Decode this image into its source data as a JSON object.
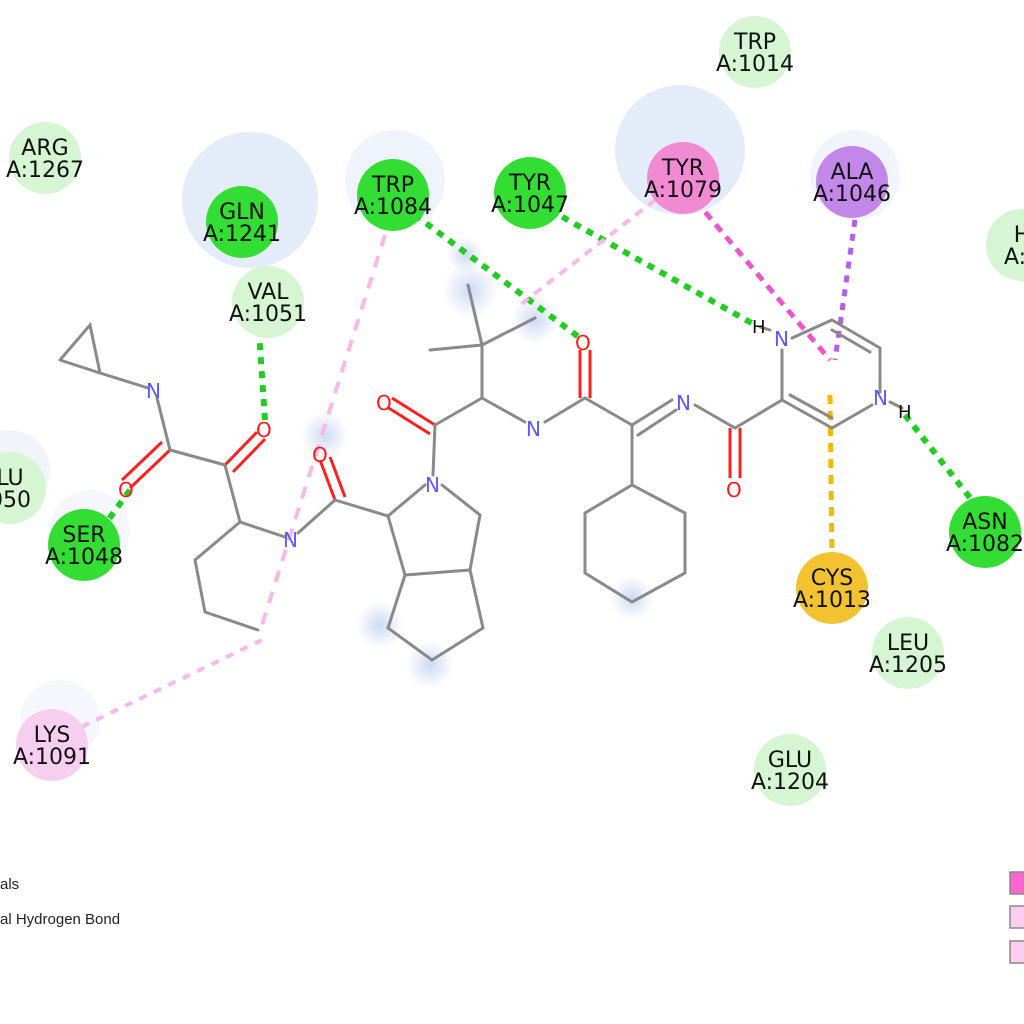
{
  "residues": [
    {
      "key": "trp1014",
      "name": "TRP",
      "id": "A:1014",
      "color": "#d5f5d3"
    },
    {
      "key": "arg1267",
      "name": "ARG",
      "id": "A:1267",
      "color": "#d5f5d3"
    },
    {
      "key": "gln1241",
      "name": "GLN",
      "id": "A:1241",
      "color": "#33dd33"
    },
    {
      "key": "trp1084",
      "name": "TRP",
      "id": "A:1084",
      "color": "#33dd33"
    },
    {
      "key": "tyr1047",
      "name": "TYR",
      "id": "A:1047",
      "color": "#33dd33"
    },
    {
      "key": "tyr1079",
      "name": "TYR",
      "id": "A:1079",
      "color": "#f28ad3"
    },
    {
      "key": "ala1046",
      "name": "ALA",
      "id": "A:1046",
      "color": "#c287e8"
    },
    {
      "key": "his_partial",
      "name": "H",
      "id": "A:1",
      "color": "#d5f5d3"
    },
    {
      "key": "val1051",
      "name": "VAL",
      "id": "A:1051",
      "color": "#d5f5d3"
    },
    {
      "key": "glu1050",
      "name": "LU",
      "id": "050",
      "color": "#d5f5d3"
    },
    {
      "key": "ser1048",
      "name": "SER",
      "id": "A:1048",
      "color": "#33dd33"
    },
    {
      "key": "asn1082",
      "name": "ASN",
      "id": "A:1082",
      "color": "#33dd33"
    },
    {
      "key": "cys1013",
      "name": "CYS",
      "id": "A:1013",
      "color": "#f2c230"
    },
    {
      "key": "leu1205",
      "name": "LEU",
      "id": "A:1205",
      "color": "#d5f5d3"
    },
    {
      "key": "lys1091",
      "name": "LYS",
      "id": "A:1091",
      "color": "#f6cff0"
    },
    {
      "key": "glu1204",
      "name": "GLU",
      "id": "A:1204",
      "color": "#d5f5d3"
    }
  ],
  "atoms": {
    "n_amide1": "N",
    "o_amide1": "O",
    "o_keto": "O",
    "n_chain": "N",
    "o_c": "O",
    "n_pyrrol": "N",
    "o_ld": "O",
    "n_lb": "N",
    "o_ke": "O",
    "n_imine": "N",
    "o_py": "O",
    "n_pyr_top": "N",
    "h_pyr_top": "H",
    "n_pyr_bot": "N",
    "h_pyr_bot": "H"
  },
  "legend": {
    "left": [
      "als",
      "al Hydrogen Bond"
    ],
    "right_swatches": [
      "#ff66cc",
      "#ffccf2",
      "#ffccf2"
    ]
  }
}
